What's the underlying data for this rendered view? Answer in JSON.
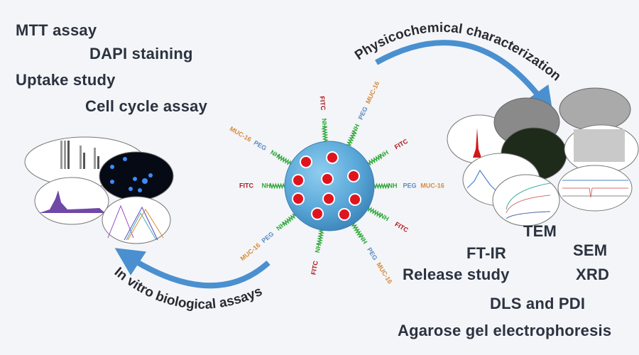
{
  "left_labels": [
    "MTT assay",
    "DAPI staining",
    "Uptake study",
    "Cell cycle assay"
  ],
  "right_labels": {
    "tem": "TEM",
    "sem": "SEM",
    "ftir": "FT-IR",
    "release": "Release study",
    "xrd": "XRD",
    "dls": "DLS and PDI",
    "agarose": "Agarose gel electrophoresis"
  },
  "arrows": {
    "top": "Physicochemical characterization",
    "bottom": "In vitro biological assays"
  },
  "ligands": {
    "fitc": "FITC",
    "nh": "NH",
    "h_n": "H N",
    "peg": "PEG",
    "muc16": "MUC-16"
  },
  "colors": {
    "arrow": "#4a90d0",
    "particle": "#5aa8d8",
    "drug": "#e0141e",
    "linker": "#2fa83a",
    "fitc": "#b0161e",
    "peg": "#5b8cc0",
    "muc16": "#d68a3a",
    "text": "#2b3240"
  }
}
